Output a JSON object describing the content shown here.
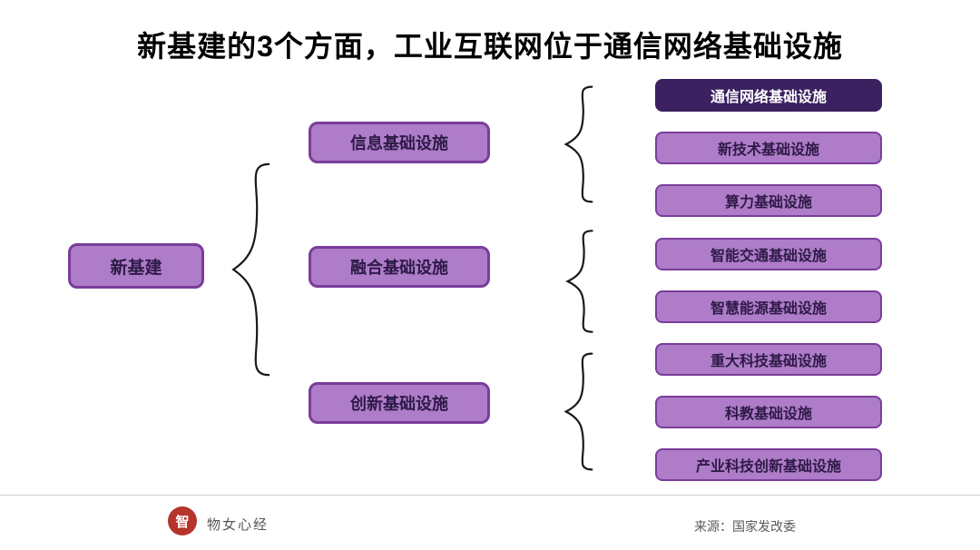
{
  "title": "新基建的3个方面，工业互联网位于通信网络基础设施",
  "tree": {
    "root": "新基建",
    "groups": [
      {
        "label": "信息基础设施",
        "children": [
          "通信网络基础设施",
          "新技术基础设施",
          "算力基础设施"
        ]
      },
      {
        "label": "融合基础设施",
        "children": [
          "智能交通基础设施",
          "智慧能源基础设施"
        ]
      },
      {
        "label": "创新基础设施",
        "children": [
          "重大科技基础设施",
          "科教基础设施",
          "产业科技创新基础设施"
        ]
      }
    ],
    "highlighted": "通信网络基础设施"
  },
  "colors": {
    "box_fill": "#AE7CC8",
    "box_border": "#7A3D9B",
    "box_text": "#2E1A47",
    "highlight_fill": "#3B2160",
    "highlight_text": "#FFFFFF",
    "logo_red": "#B5342C"
  },
  "footer": {
    "brand": "物女心经",
    "logo_glyph": "智",
    "source": "来源：国家发改委"
  }
}
